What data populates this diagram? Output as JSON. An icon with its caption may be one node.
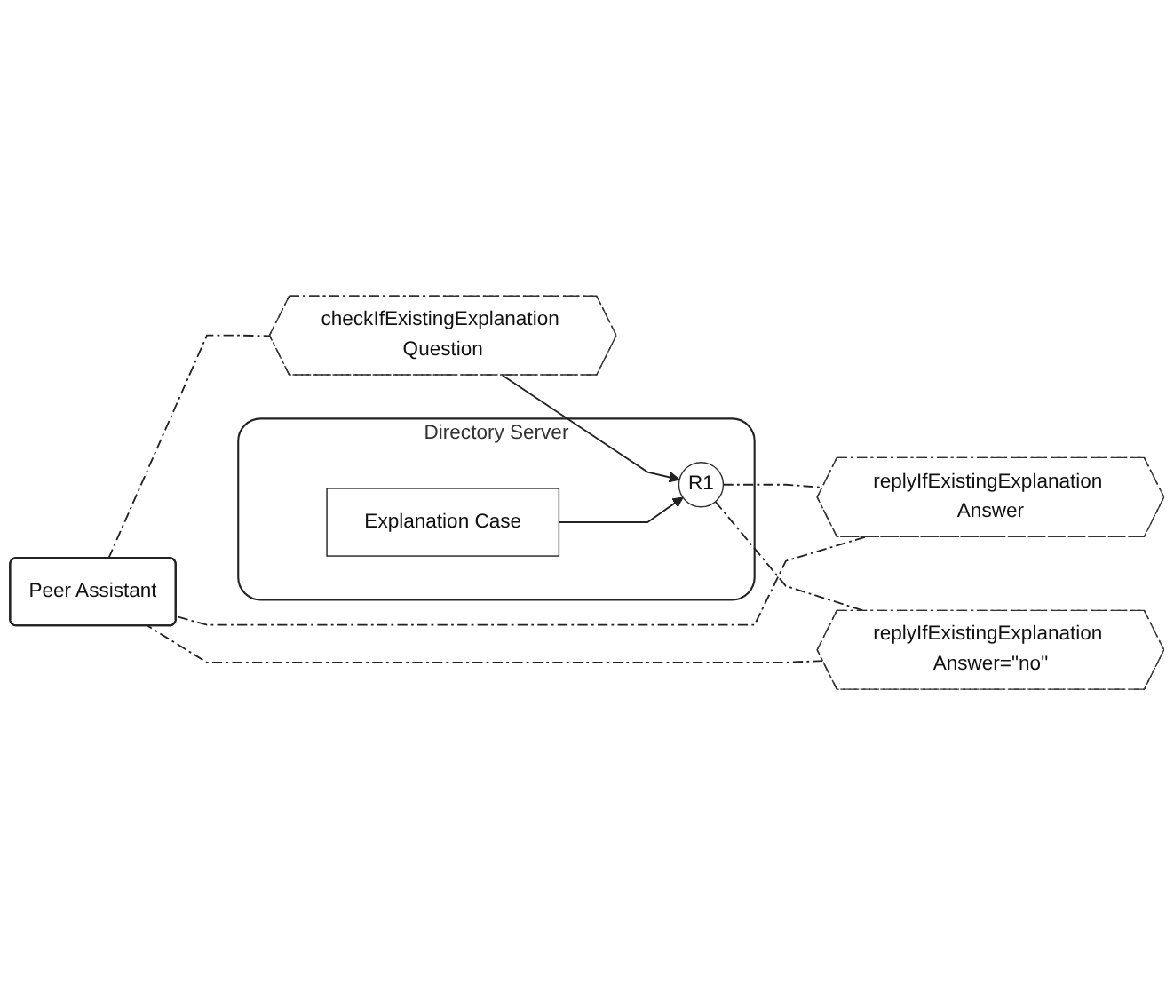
{
  "diagram": {
    "nodes": [
      {
        "text": [
          "Peer Assistant"
        ]
      },
      {
        "text": [
          "Directory Server"
        ]
      },
      {
        "text": [
          "R1"
        ],
        "in": 1
      },
      {
        "text": [
          "Explanation Case"
        ],
        "in": 1
      },
      {
        "text": [
          "checkIfExistingExplanation Question"
        ]
      },
      {
        "text": [
          "replyIfExistingExplanation Answer"
        ]
      },
      {
        "text": [
          "replyIfExistingExplanation Answer=\"no\""
        ]
      }
    ],
    "edges": [
      {
        "from": 0,
        "to": 4,
        "arrow": "none",
        "style": "dashed"
      },
      {
        "from": 4,
        "to": 2,
        "arrow": "to"
      },
      {
        "from": 2,
        "to": 5,
        "arrow": "none",
        "style": "dashed"
      },
      {
        "from": 5,
        "to": 0,
        "arrow": "none",
        "style": "dashed"
      },
      {
        "from": 2,
        "to": 6,
        "arrow": "none",
        "style": "dashed"
      },
      {
        "from": 6,
        "to": 0,
        "arrow": "none",
        "style": "dashed"
      },
      {
        "from": 3,
        "to": 2,
        "arrow": "to"
      }
    ]
  }
}
